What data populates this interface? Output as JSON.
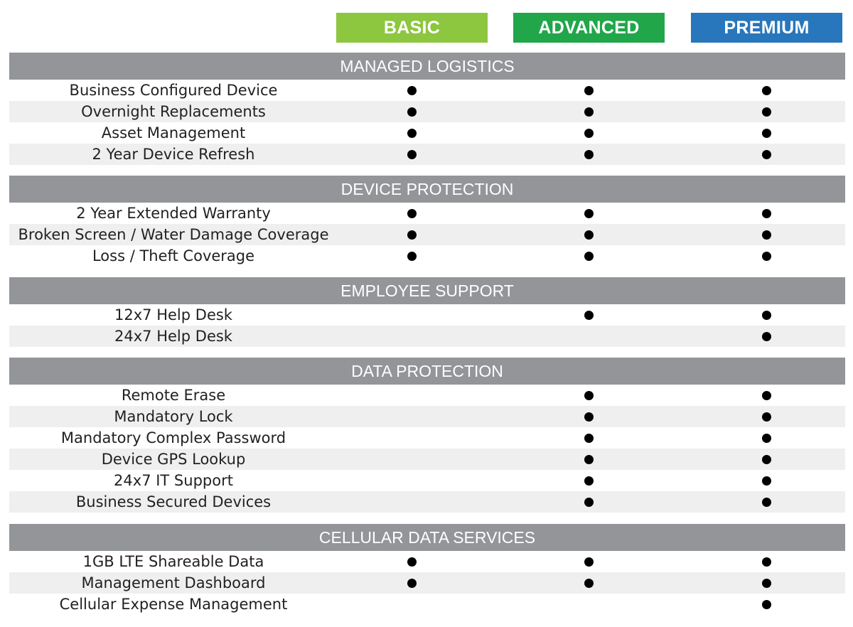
{
  "tiers": [
    {
      "label": "BASIC",
      "color": "#8dc63f"
    },
    {
      "label": "ADVANCED",
      "color": "#21a64a"
    },
    {
      "label": "PREMIUM",
      "color": "#2876bb"
    }
  ],
  "included_icon": "filled-circle-bullet",
  "sections": [
    {
      "title": "MANAGED LOGISTICS",
      "rows": [
        {
          "feature": "Business Configured Device",
          "included": [
            true,
            true,
            true
          ]
        },
        {
          "feature": "Overnight Replacements",
          "included": [
            true,
            true,
            true
          ]
        },
        {
          "feature": "Asset Management",
          "included": [
            true,
            true,
            true
          ]
        },
        {
          "feature": "2 Year Device Refresh",
          "included": [
            true,
            true,
            true
          ]
        }
      ]
    },
    {
      "title": "DEVICE PROTECTION",
      "rows": [
        {
          "feature": "2 Year Extended Warranty",
          "included": [
            true,
            true,
            true
          ]
        },
        {
          "feature": "Broken Screen / Water Damage Coverage",
          "included": [
            true,
            true,
            true
          ]
        },
        {
          "feature": "Loss / Theft Coverage",
          "included": [
            true,
            true,
            true
          ]
        }
      ]
    },
    {
      "title": "EMPLOYEE SUPPORT",
      "rows": [
        {
          "feature": "12x7 Help Desk",
          "included": [
            false,
            true,
            true
          ]
        },
        {
          "feature": "24x7 Help Desk",
          "included": [
            false,
            false,
            true
          ]
        }
      ]
    },
    {
      "title": "DATA PROTECTION",
      "rows": [
        {
          "feature": "Remote Erase",
          "included": [
            false,
            true,
            true
          ]
        },
        {
          "feature": "Mandatory  Lock",
          "included": [
            false,
            true,
            true
          ]
        },
        {
          "feature": "Mandatory Complex Password",
          "included": [
            false,
            true,
            true
          ]
        },
        {
          "feature": "Device GPS Lookup",
          "included": [
            false,
            true,
            true
          ]
        },
        {
          "feature": "24x7 IT Support",
          "included": [
            false,
            true,
            true
          ]
        },
        {
          "feature": "Business Secured Devices",
          "included": [
            false,
            true,
            true
          ]
        }
      ]
    },
    {
      "title": "CELLULAR DATA SERVICES",
      "rows": [
        {
          "feature": "1GB LTE Shareable Data",
          "included": [
            true,
            true,
            true
          ]
        },
        {
          "feature": "Management Dashboard",
          "included": [
            true,
            true,
            true
          ]
        },
        {
          "feature": "Cellular Expense Management",
          "included": [
            false,
            false,
            true
          ]
        }
      ]
    }
  ]
}
